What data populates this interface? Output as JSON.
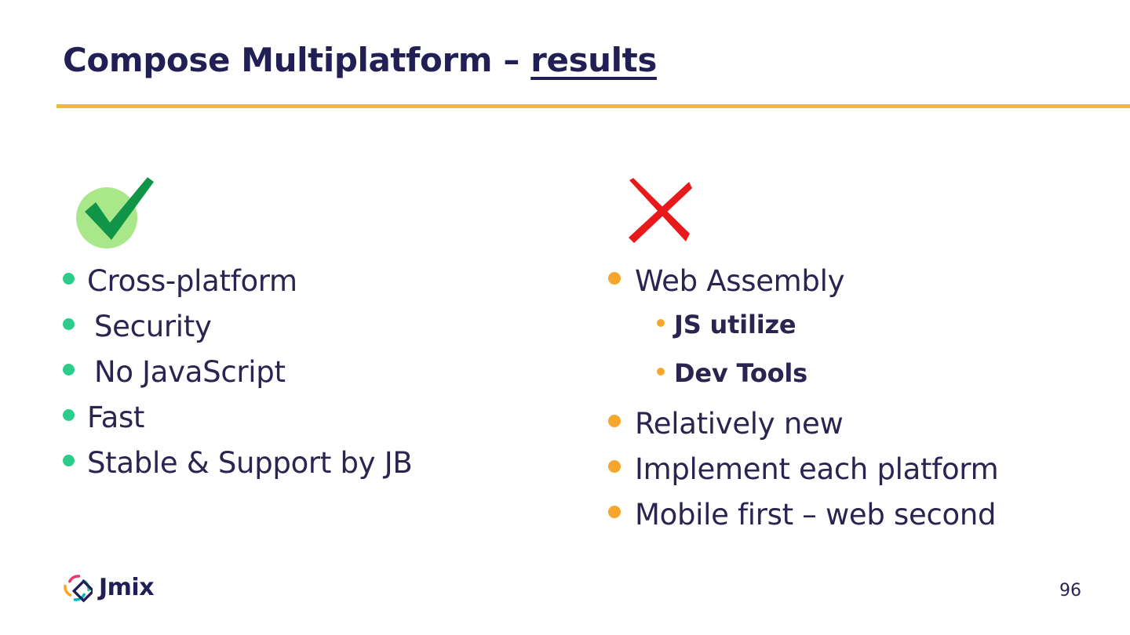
{
  "slide": {
    "title_main": "Compose Multiplatform – ",
    "title_emphasis": "results",
    "page_number": "96",
    "accent_rule_color": "#F0B93B",
    "title_color": "#221F55",
    "body_text_color": "#2A2550",
    "background_color": "#ffffff"
  },
  "pros": {
    "icon_name": "green-check-icon",
    "icon_circle_color": "#A8E88A",
    "icon_check_color": "#0E9443",
    "bullet_color": "#2ECC8B",
    "items": [
      {
        "label": "Cross-platform"
      },
      {
        "label": "Security"
      },
      {
        "label": "No JavaScript"
      },
      {
        "label": "Fast"
      },
      {
        "label": "Stable & Support by JB"
      }
    ]
  },
  "cons": {
    "icon_name": "red-cross-icon",
    "icon_color": "#E8191A",
    "bullet_color": "#F6A72B",
    "items": [
      {
        "label": "Web Assembly",
        "children": [
          {
            "label": "JS utilize"
          },
          {
            "label": "Dev Tools"
          }
        ]
      },
      {
        "label": "Relatively new"
      },
      {
        "label": "Implement each platform"
      },
      {
        "label": "Mobile first – web second"
      }
    ]
  },
  "footer": {
    "logo_text": "Jmix",
    "logo_colors": {
      "mark_outline": "#221F55",
      "arc_pink": "#E8376B",
      "arc_orange": "#F5A623",
      "arc_teal": "#00B8C4",
      "arc_green": "#2ECC8B"
    }
  }
}
